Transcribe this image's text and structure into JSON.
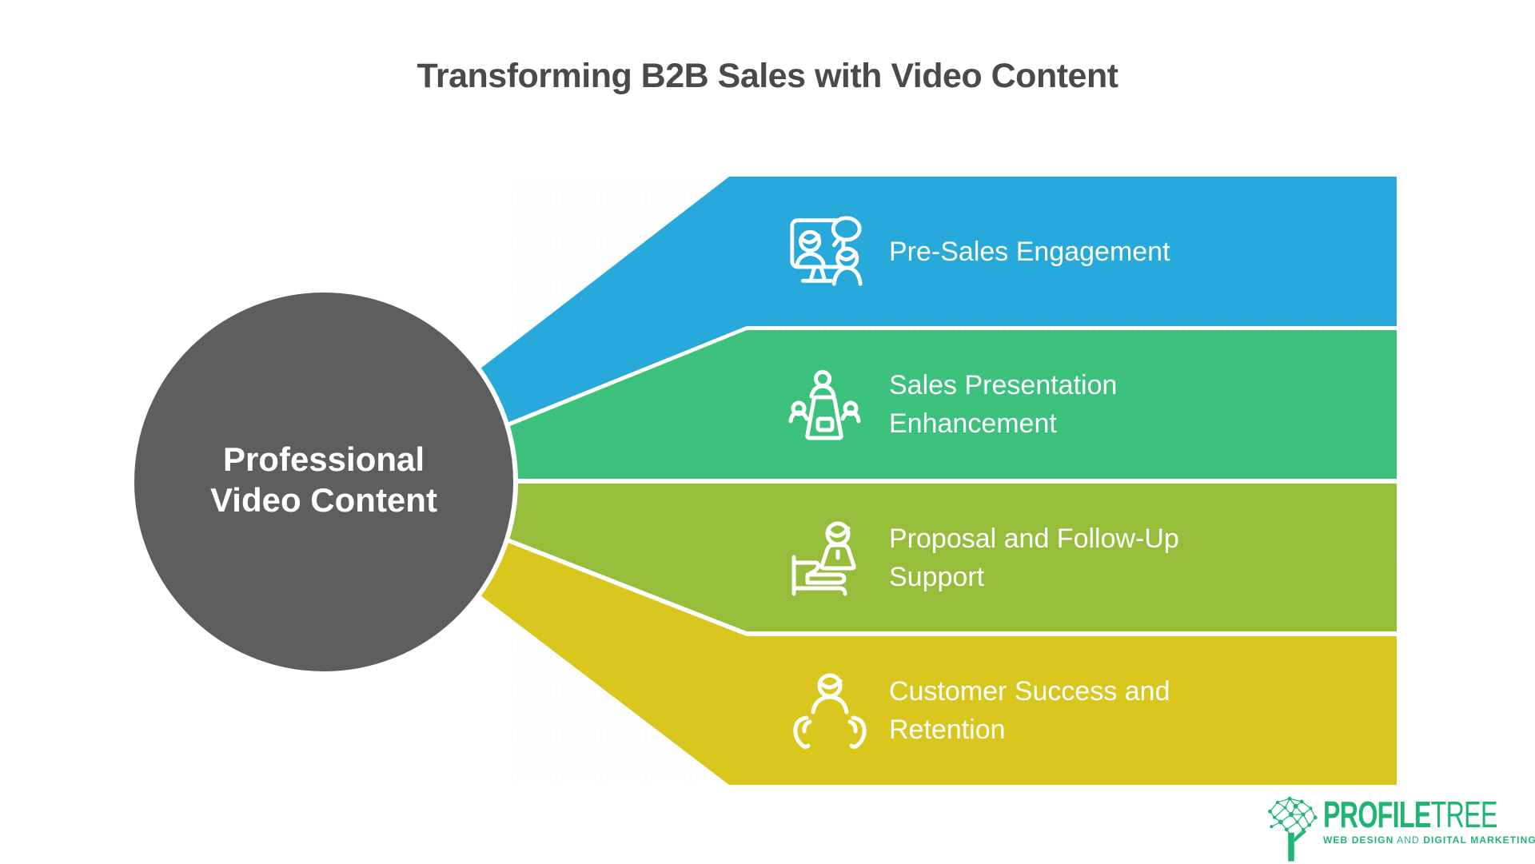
{
  "title": "Transforming B2B Sales with Video Content",
  "colors": {
    "background": "#ffffff",
    "title_text": "#4a4a4a",
    "band_text": "#ffffff",
    "circle_fill": "#5e5e5e",
    "circle_text": "#ffffff",
    "logo_green": "#1eb573"
  },
  "center": {
    "line1": "Professional",
    "line2": "Video Content"
  },
  "bands": [
    {
      "name": "pre-sales-engagement",
      "color": "#27a9dc",
      "icon": "video-call-icon",
      "line1": "Pre-Sales Engagement",
      "line2": ""
    },
    {
      "name": "sales-presentation-enhancement",
      "color": "#3cc27d",
      "icon": "presentation-podium-icon",
      "line1": "Sales Presentation",
      "line2": "Enhancement"
    },
    {
      "name": "proposal-follow-up-support",
      "color": "#96be3b",
      "icon": "person-desk-icon",
      "line1": "Proposal and Follow-Up",
      "line2": "Support"
    },
    {
      "name": "customer-success-retention",
      "color": "#d9c71e",
      "icon": "caring-hands-icon",
      "line1": "Customer Success and",
      "line2": "Retention"
    }
  ],
  "logo": {
    "brand_bold": "PROFILE",
    "brand_light": "TREE",
    "tagline_bold1": "WEB DESIGN",
    "tagline_light": "AND",
    "tagline_bold2": "DIGITAL MARKETING",
    "tree_icon": "network-tree-icon"
  }
}
